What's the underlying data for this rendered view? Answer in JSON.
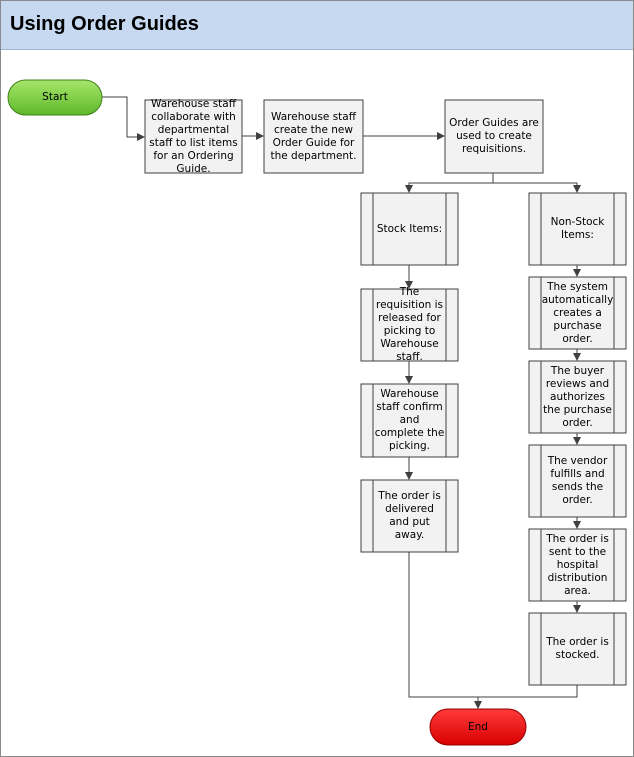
{
  "title": "Using Order Guides",
  "nodes": {
    "start": "Start",
    "collaborate": "Warehouse staff collaborate with departmental staff to list items for an Ordering Guide.",
    "create_guide": "Warehouse staff create the new Order Guide for the department.",
    "requisitions": "Order Guides are used to create requisitions.",
    "stock_items": "Stock Items:",
    "released": "The requisition is released for picking to Warehouse staff.",
    "confirm": "Warehouse staff confirm and complete the picking.",
    "delivered": "The order is delivered and put away.",
    "nonstock_items": "Non-Stock Items:",
    "system_po": "The system automatically creates a purchase order.",
    "buyer": "The buyer reviews and authorizes the purchase order.",
    "vendor": "The vendor fulfills and sends the order.",
    "sent": "The order is sent to the hospital distribution area.",
    "stocked": "The order is stocked.",
    "end": "End"
  },
  "colors": {
    "header_bg": "#c6d9f1",
    "start_fill": "#7ed23a",
    "end_fill": "#ee1111",
    "process_fill": "#f2f2f2",
    "line": "#404040"
  }
}
